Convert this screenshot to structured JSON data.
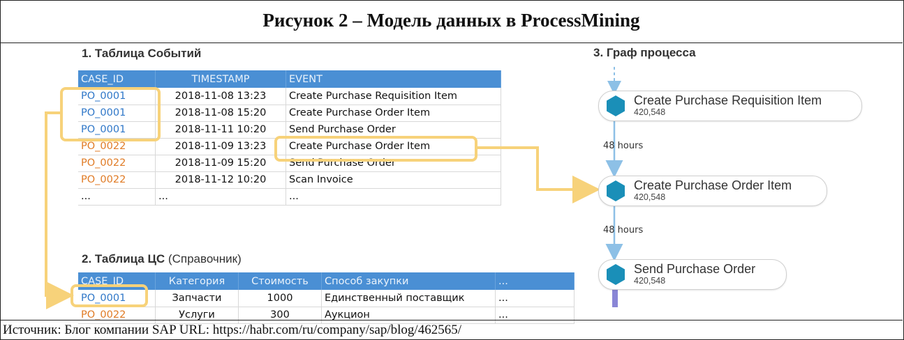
{
  "figure_title": "Рисунок 2 – Модель данных в ProcessMining",
  "source_text": "Источник: Блог компании SAP URL: https://habr.com/ru/company/sap/blog/462565/",
  "events_table": {
    "title": "1. Таблица Событий",
    "columns": [
      "CASE_ID",
      "TIMESTAMP",
      "EVENT"
    ],
    "rows": [
      [
        "PO_0001",
        "2018-11-08 13:23",
        "Create Purchase Requisition Item"
      ],
      [
        "PO_0001",
        "2018-11-08 15:20",
        "Create Purchase Order Item"
      ],
      [
        "PO_0001",
        "2018-11-11 10:20",
        "Send Purchase Order"
      ],
      [
        "PO_0022",
        "2018-11-09 13:23",
        "Create Purchase Order Item"
      ],
      [
        "PO_0022",
        "2018-11-09 15:20",
        "Send Purchase Order"
      ],
      [
        "PO_0022",
        "2018-11-12 10:20",
        "Scan Invoice"
      ],
      [
        "...",
        "...",
        "..."
      ]
    ]
  },
  "cs_table": {
    "title_bold": "2. Таблица ЦС",
    "title_light": "(Справочник)",
    "columns": [
      "CASE_ID",
      "Категория",
      "Стоимость",
      "Способ закупки",
      "..."
    ],
    "rows": [
      [
        "PO_0001",
        "Запчасти",
        "1000",
        "Единственный поставщик",
        "..."
      ],
      [
        "PO_0022",
        "Услуги",
        "300",
        "Аукцион",
        "..."
      ]
    ]
  },
  "process_graph": {
    "title": "3. Граф процесса",
    "nodes": [
      {
        "name": "Create Purchase Requisition Item",
        "count": "420,548"
      },
      {
        "name": "Create Purchase Order Item",
        "count": "420,548"
      },
      {
        "name": "Send Purchase Order",
        "count": "420,548"
      }
    ],
    "edges": [
      "48 hours",
      "48 hours"
    ]
  },
  "colors": {
    "header_blue": "#4a8fd4",
    "id_blue": "#2f77c8",
    "id_orange": "#e07b25",
    "highlight": "#f7d27a",
    "node_hex": "#1a8fb8",
    "arrow": "#8dc0e6"
  }
}
